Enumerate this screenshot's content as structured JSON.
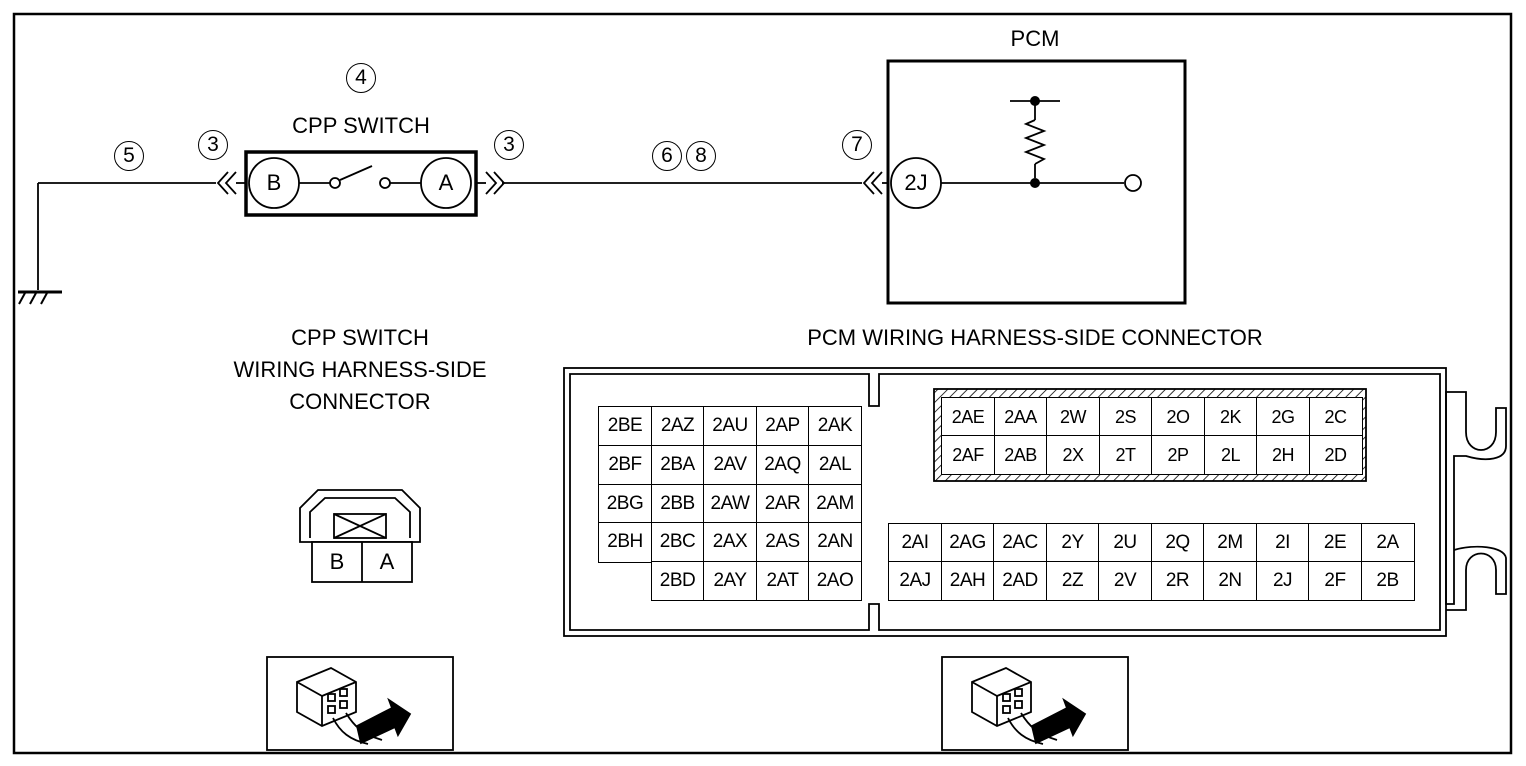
{
  "pcm": {
    "title": "PCM",
    "terminal": "2J"
  },
  "cpp_switch": {
    "title": "CPP SWITCH",
    "terminal_b": "B",
    "terminal_a": "A"
  },
  "callouts": {
    "n3_left": "3",
    "n3_right": "3",
    "n4": "4",
    "n5": "5",
    "n6": "6",
    "n7": "7",
    "n8": "8"
  },
  "cpp_connector": {
    "title_line1": "CPP SWITCH",
    "title_line2": "WIRING HARNESS-SIDE",
    "title_line3": "CONNECTOR",
    "pin_b": "B",
    "pin_a": "A"
  },
  "pcm_connector": {
    "title": "PCM WIRING HARNESS-SIDE CONNECTOR",
    "left_block": [
      [
        "2BE",
        "2AZ",
        "2AU",
        "2AP",
        "2AK"
      ],
      [
        "2BF",
        "2BA",
        "2AV",
        "2AQ",
        "2AL"
      ],
      [
        "2BG",
        "2BB",
        "2AW",
        "2AR",
        "2AM"
      ],
      [
        "2BH",
        "2BC",
        "2AX",
        "2AS",
        "2AN"
      ],
      [
        "",
        "2BD",
        "2AY",
        "2AT",
        "2AO"
      ]
    ],
    "hatched_block": [
      [
        "2AE",
        "2AA",
        "2W",
        "2S",
        "2O",
        "2K",
        "2G",
        "2C"
      ],
      [
        "2AF",
        "2AB",
        "2X",
        "2T",
        "2P",
        "2L",
        "2H",
        "2D"
      ]
    ],
    "lower_block": [
      [
        "2AI",
        "2AG",
        "2AC",
        "2Y",
        "2U",
        "2Q",
        "2M",
        "2I",
        "2E",
        "2A"
      ],
      [
        "2AJ",
        "2AH",
        "2AD",
        "2Z",
        "2V",
        "2R",
        "2N",
        "2J",
        "2F",
        "2B"
      ]
    ]
  }
}
